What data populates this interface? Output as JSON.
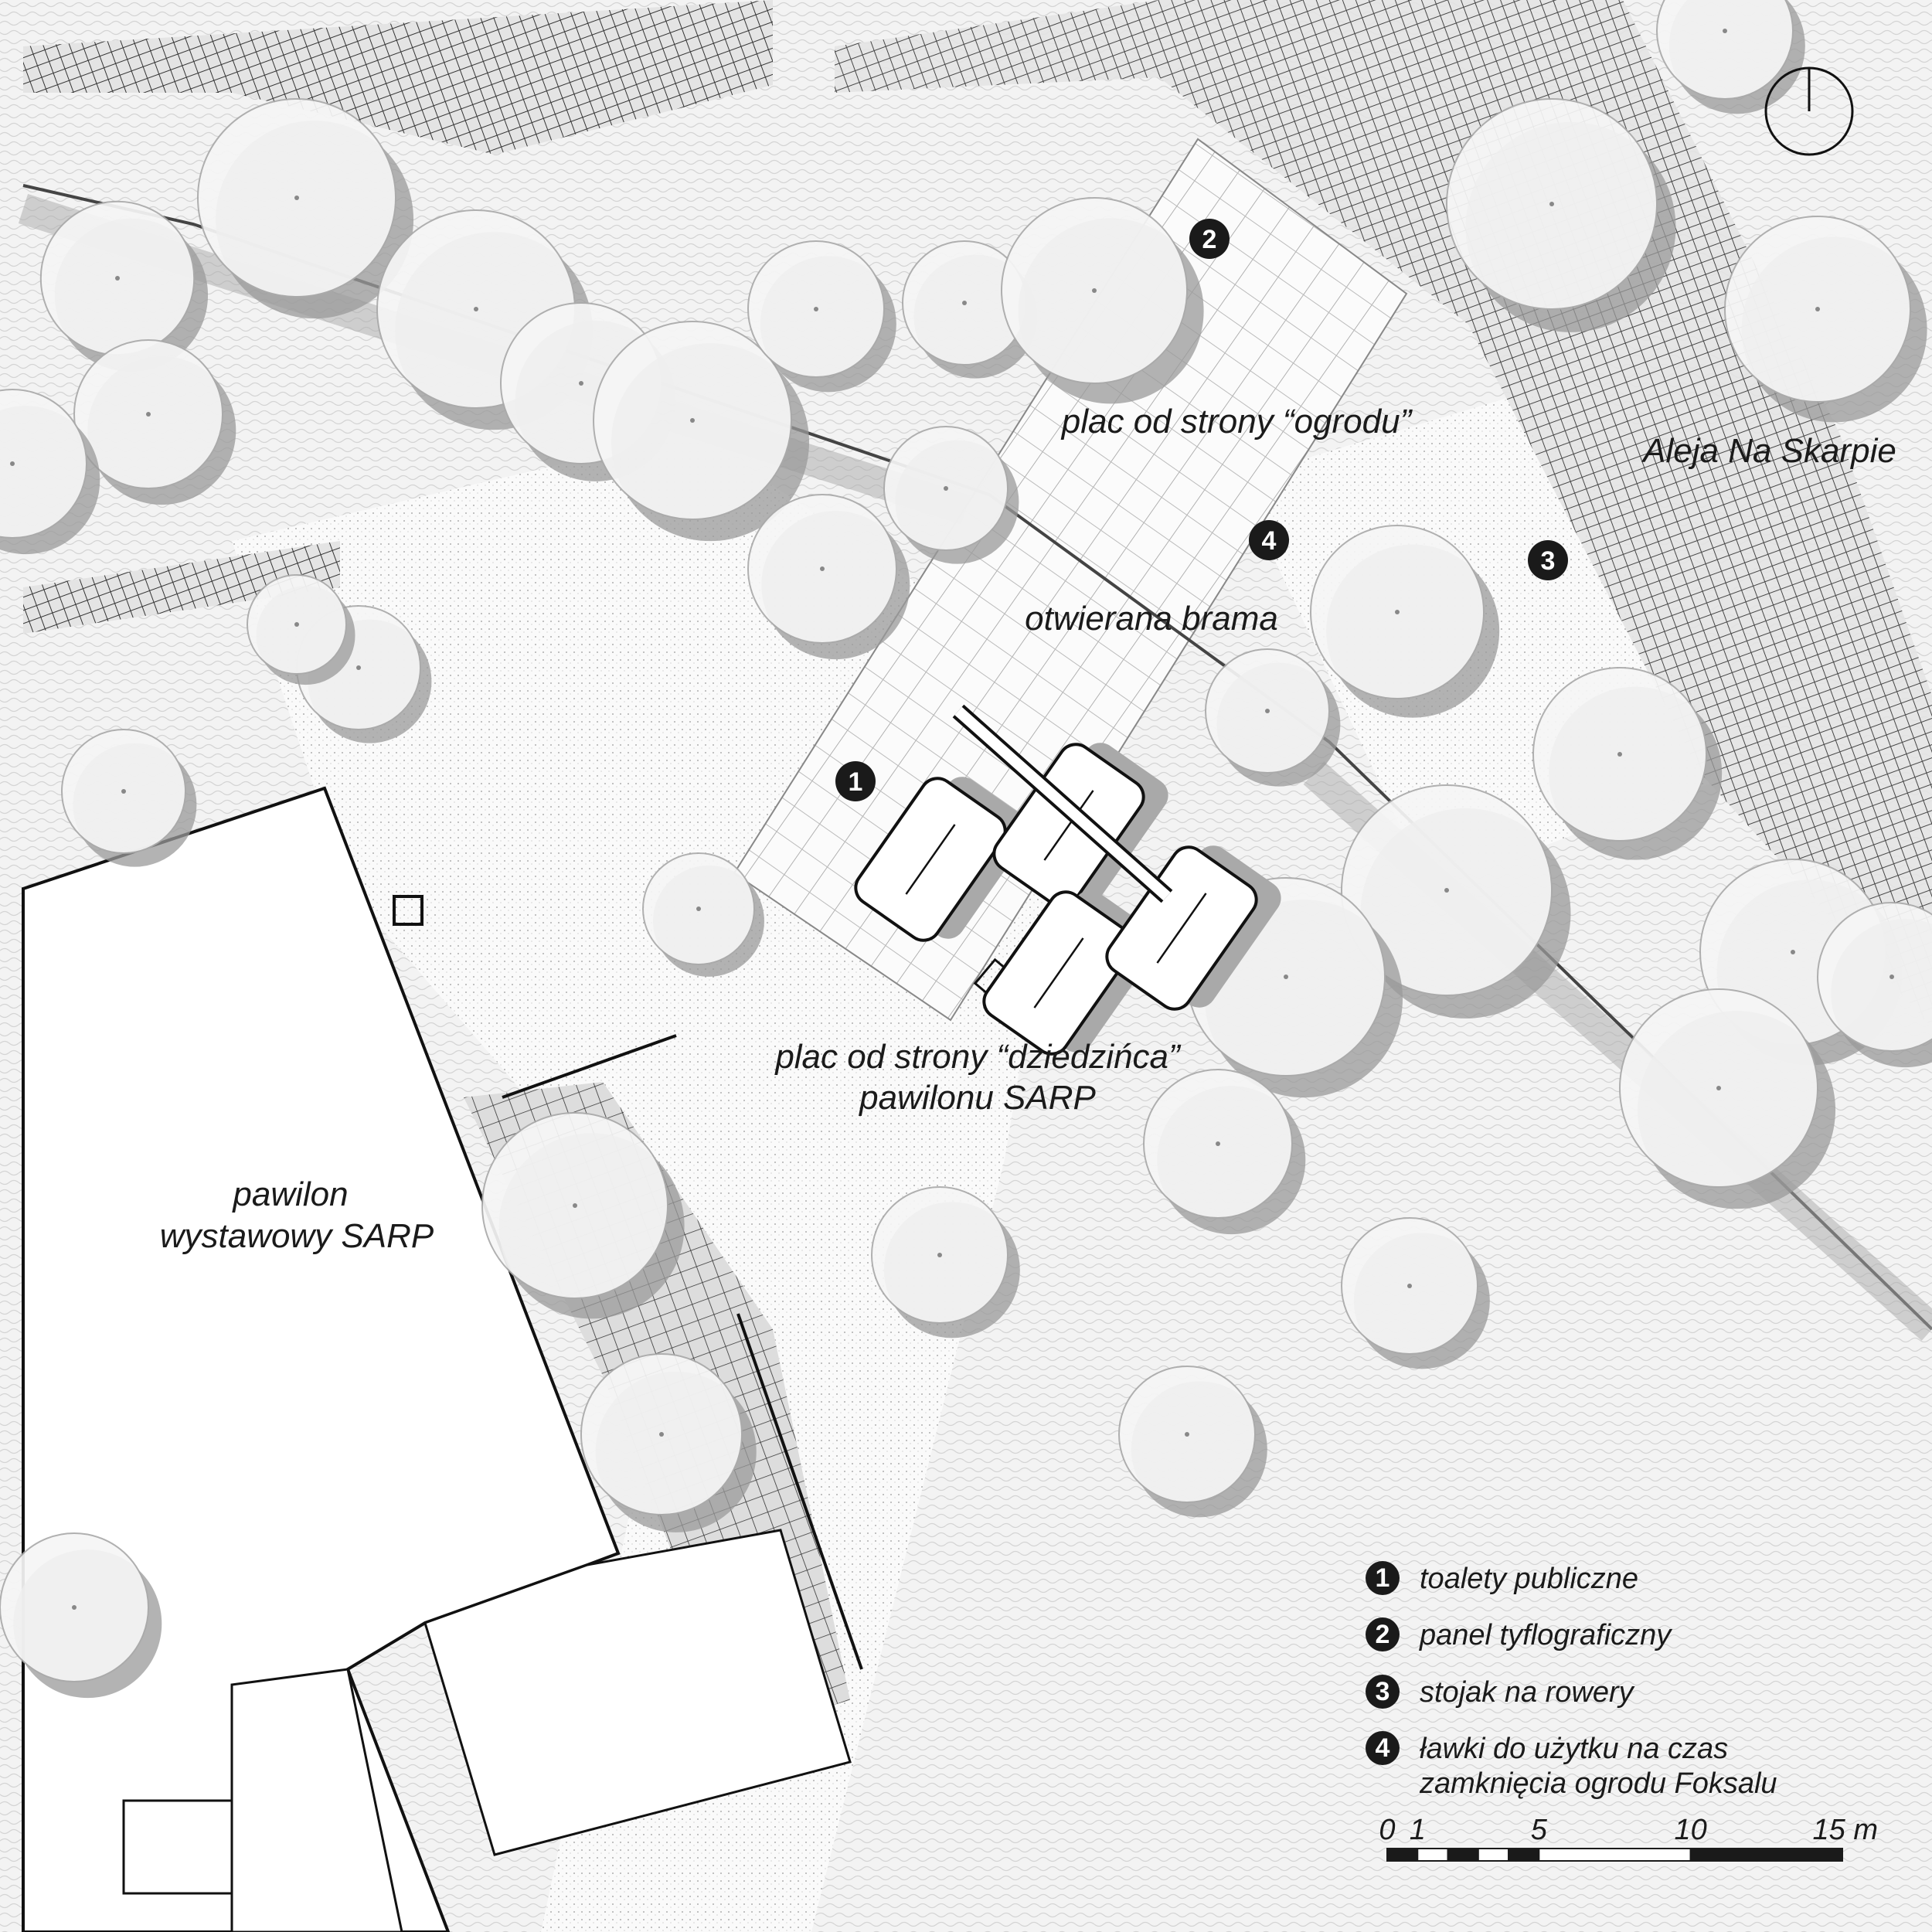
{
  "labels": {
    "garden_square": "plac od strony “ogrodu”",
    "alley": "Aleja Na Skarpie",
    "gate": "otwierana brama",
    "courtyard_square_line1": "plac od strony “dziedzińca”",
    "courtyard_square_line2": "pawilonu SARP",
    "pavilion_line1": "pawilon",
    "pavilion_line2": "wystawowy SARP"
  },
  "markers": [
    "1",
    "2",
    "3",
    "4"
  ],
  "legend": [
    {
      "num": "1",
      "text": "toalety publiczne"
    },
    {
      "num": "2",
      "text": "panel tyflograficzny"
    },
    {
      "num": "3",
      "text": "stojak na rowery"
    },
    {
      "num": "4",
      "text": "ławki do użytku na czas",
      "text2": "zamknięcia ogrodu Foksalu"
    }
  ],
  "scale_bar": {
    "ticks": [
      "0",
      "1",
      "5",
      "10",
      "15 m"
    ],
    "tick_values_m": [
      0,
      1,
      5,
      10,
      15
    ],
    "segments_m": [
      [
        0,
        1,
        "black"
      ],
      [
        1,
        2,
        "white"
      ],
      [
        2,
        3,
        "black"
      ],
      [
        3,
        4,
        "white"
      ],
      [
        4,
        5,
        "black"
      ],
      [
        5,
        10,
        "white"
      ],
      [
        10,
        15,
        "black"
      ]
    ]
  },
  "colors": {
    "ink": "#1a1a1a",
    "shadow": "#9a9a9a",
    "ground": "#f4f4f4"
  }
}
